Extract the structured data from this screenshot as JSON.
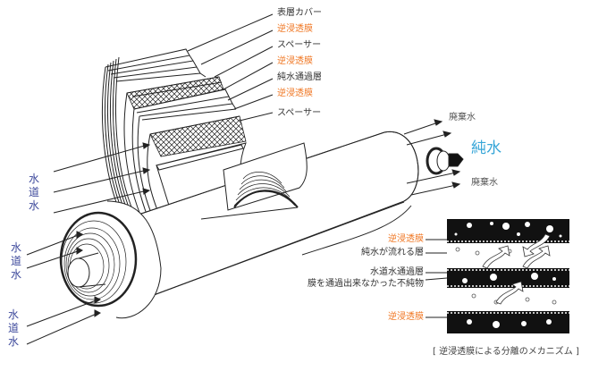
{
  "colors": {
    "membrane_label": "#f07a28",
    "tap_water_label": "#3e4a9c",
    "pure_water_label": "#37a6d8",
    "text": "#333333"
  },
  "layers": {
    "labels": [
      "表層カバー",
      "逆浸透膜",
      "スペーサー",
      "逆浸透膜",
      "純水通過層",
      "逆浸透膜",
      "スペーサー"
    ],
    "highlight": [
      false,
      true,
      false,
      true,
      false,
      true,
      false
    ]
  },
  "outputs": {
    "waste_top": "廃棄水",
    "pure": "純水",
    "waste_bottom": "廃棄水"
  },
  "inputs": {
    "tap_water": [
      "水道水",
      "水道水",
      "水道水"
    ]
  },
  "mechanism": {
    "labels": {
      "membrane_top": "逆浸透膜",
      "pure_layer": "純水が流れる層",
      "tap_layer": "水道水通過層",
      "impurities": "膜を通過出来なかった不純物",
      "membrane_bottom": "逆浸透膜"
    },
    "caption": "[ 逆浸透膜による分離のメカニズム ]"
  }
}
